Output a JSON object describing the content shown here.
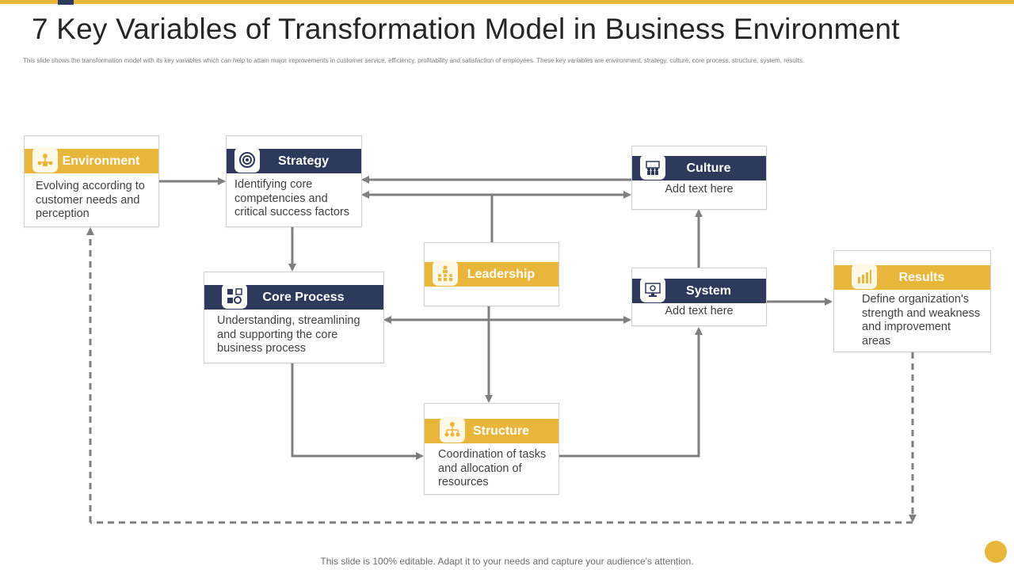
{
  "slide": {
    "title": "7 Key Variables of Transformation Model in Business Environment",
    "subtitle": "This slide shows the transformation model with its key variables which can help to attain major improvements in customer service, efficiency, profitability and satisfaction of employees. These key variables are environment, strategy, culture, core process, structure, system, results.",
    "footer": "This slide is 100% editable. Adapt it to your needs and capture your audience's attention."
  },
  "nodes": {
    "environment": {
      "label": "Environment",
      "text": "Evolving  according to customer needs and perception",
      "icon": "people-network-icon",
      "header_color": "#e8b63a"
    },
    "strategy": {
      "label": "Strategy",
      "text": "Identifying core competencies and critical success factors",
      "icon": "target-gear-icon",
      "header_color": "#2d3a5c"
    },
    "culture": {
      "label": "Culture",
      "text": "Add text here",
      "icon": "team-icon",
      "header_color": "#2d3a5c"
    },
    "core_process": {
      "label": "Core Process",
      "text": "Understanding, streamlining and supporting the core business process",
      "icon": "process-icon",
      "header_color": "#2d3a5c"
    },
    "leadership": {
      "label": "Leadership",
      "text": "",
      "icon": "hierarchy-people-icon",
      "header_color": "#e8b63a"
    },
    "system": {
      "label": "System",
      "text": "Add text here",
      "icon": "monitor-gear-icon",
      "header_color": "#2d3a5c"
    },
    "results": {
      "label": "Results",
      "text": "Define organization's strength and weakness and improvement areas",
      "icon": "bar-chart-icon",
      "header_color": "#e8b63a"
    },
    "structure": {
      "label": "Structure",
      "text": "Coordination of tasks and allocation of resources",
      "icon": "org-chart-icon",
      "header_color": "#e8b63a"
    }
  },
  "colors": {
    "accent_gold": "#e8b63a",
    "accent_navy": "#2d3a5c",
    "connector": "#7f7f7f"
  }
}
